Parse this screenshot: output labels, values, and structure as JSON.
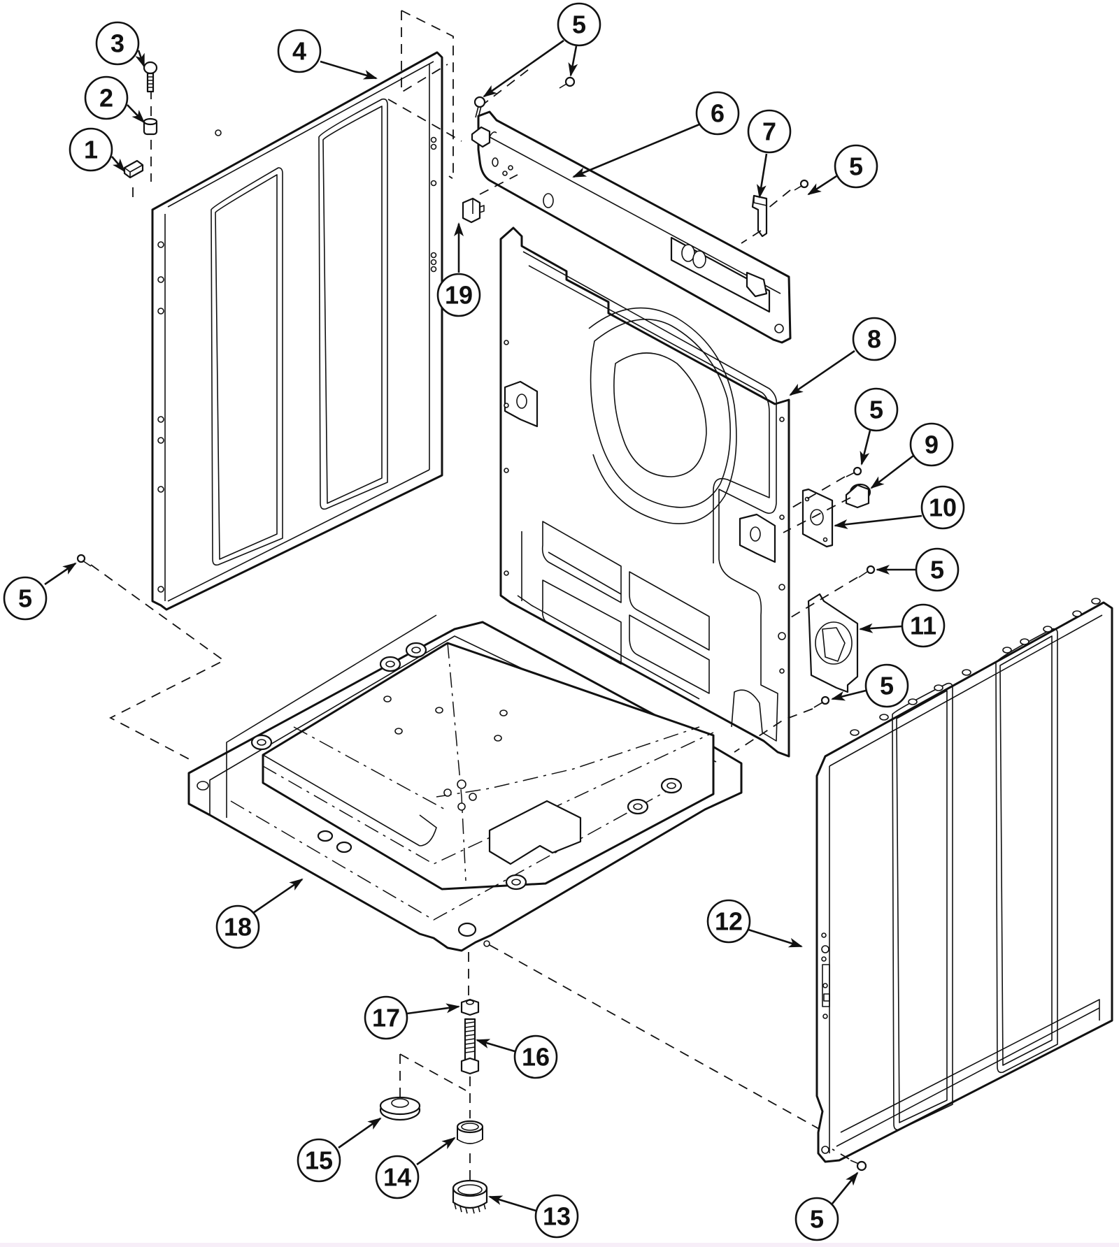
{
  "diagram": {
    "type": "exploded-parts-diagram",
    "subject": "Washer cabinet assembly (side panels, rear panel, base frame, leveling legs)",
    "callouts": [
      {
        "id": "c1",
        "label": "1",
        "part": "bumper pad"
      },
      {
        "id": "c2",
        "label": "2",
        "part": "spacer"
      },
      {
        "id": "c3",
        "label": "3",
        "part": "screw"
      },
      {
        "id": "c4",
        "label": "4",
        "part": "left side panel"
      },
      {
        "id": "c5a",
        "label": "5",
        "part": "screw"
      },
      {
        "id": "c5b",
        "label": "5",
        "part": "screw"
      },
      {
        "id": "c5c",
        "label": "5",
        "part": "screw"
      },
      {
        "id": "c5d",
        "label": "5",
        "part": "screw"
      },
      {
        "id": "c5e",
        "label": "5",
        "part": "screw"
      },
      {
        "id": "c5f",
        "label": "5",
        "part": "screw"
      },
      {
        "id": "c5g",
        "label": "5",
        "part": "screw"
      },
      {
        "id": "c6",
        "label": "6",
        "part": "top rear rail"
      },
      {
        "id": "c7",
        "label": "7",
        "part": "clip"
      },
      {
        "id": "c8",
        "label": "8",
        "part": "rear panel"
      },
      {
        "id": "c9",
        "label": "9",
        "part": "bushing"
      },
      {
        "id": "c10",
        "label": "10",
        "part": "mounting plate"
      },
      {
        "id": "c11",
        "label": "11",
        "part": "bracket"
      },
      {
        "id": "c12",
        "label": "12",
        "part": "right side panel"
      },
      {
        "id": "c13",
        "label": "13",
        "part": "leveling foot"
      },
      {
        "id": "c14",
        "label": "14",
        "part": "foot pad"
      },
      {
        "id": "c15",
        "label": "15",
        "part": "rubber foot"
      },
      {
        "id": "c16",
        "label": "16",
        "part": "leveling bolt"
      },
      {
        "id": "c17",
        "label": "17",
        "part": "nut"
      },
      {
        "id": "c18",
        "label": "18",
        "part": "base frame"
      },
      {
        "id": "c19",
        "label": "19",
        "part": "connector"
      }
    ]
  }
}
